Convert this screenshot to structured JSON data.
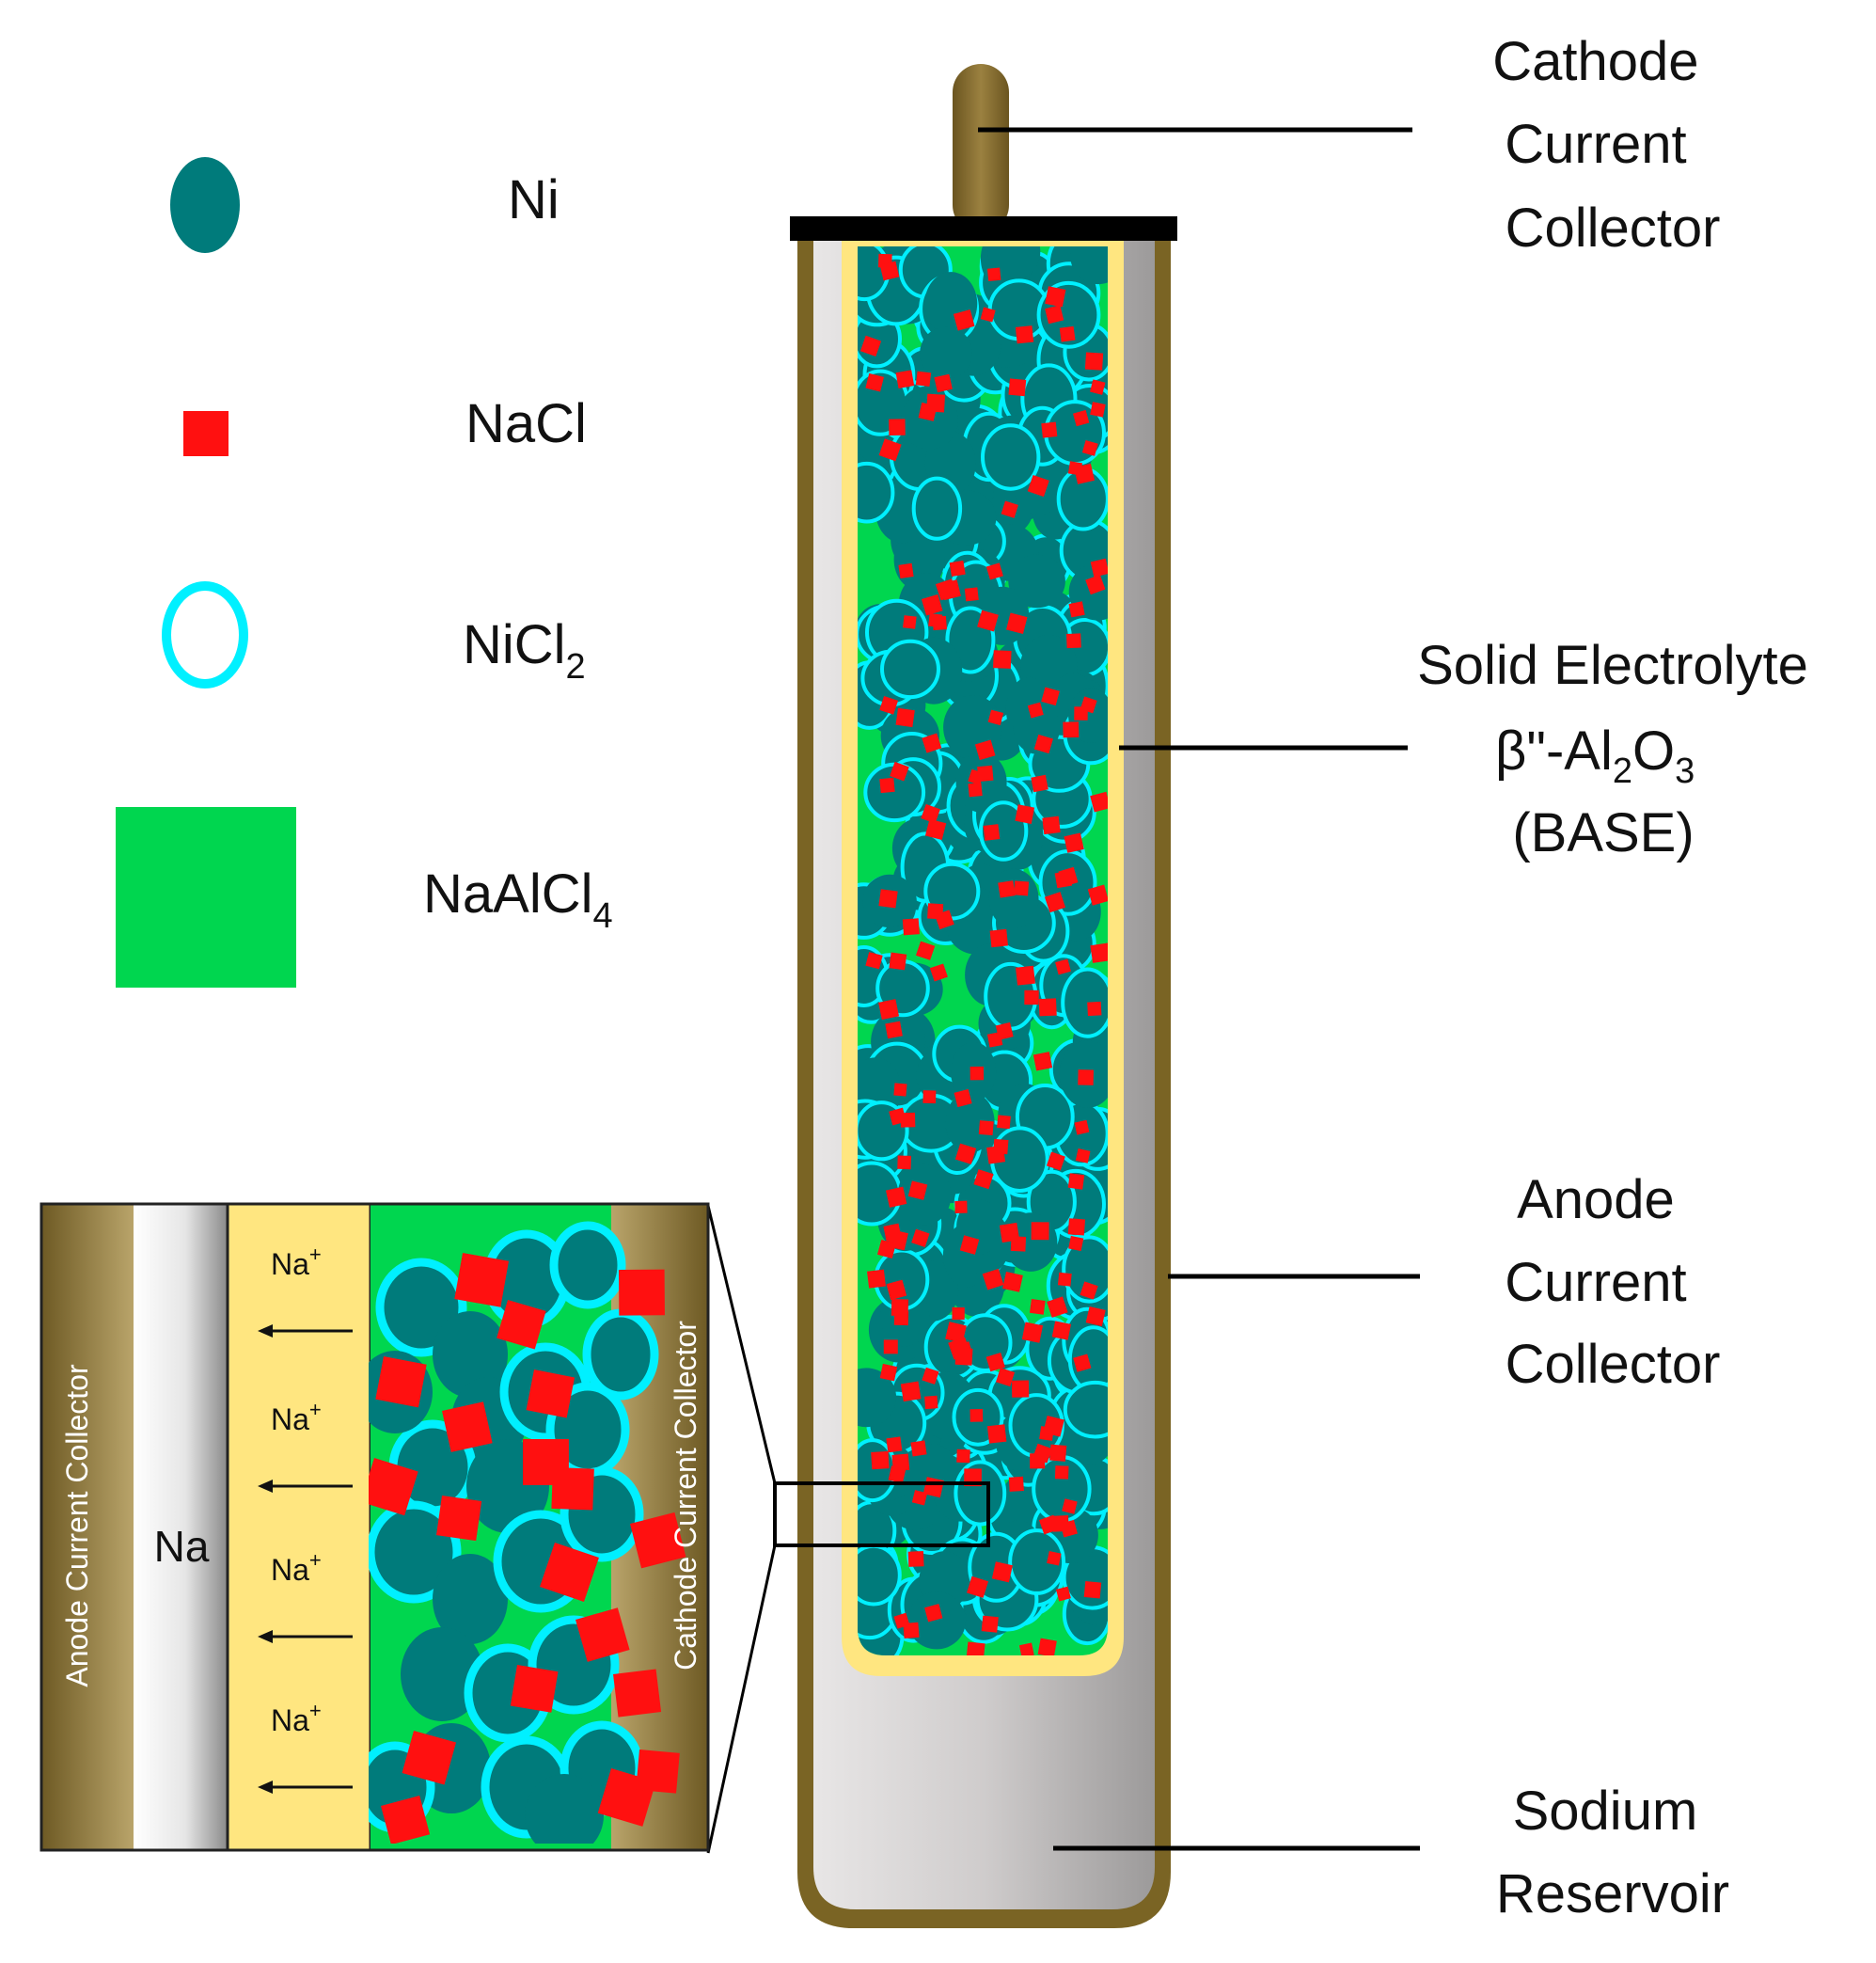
{
  "legend": {
    "ni": {
      "label": "Ni",
      "color": "#007b7b"
    },
    "nacl": {
      "label": "NaCl",
      "color": "#ff1010"
    },
    "nicl2": {
      "label": "NiCl",
      "sub": "2",
      "color": "#00f0ff"
    },
    "naalcl4": {
      "label": "NaAlCl",
      "sub": "4",
      "color": "#00d64f"
    }
  },
  "callouts": {
    "cathode_collector": [
      "Cathode",
      "Current",
      "Collector"
    ],
    "solid_electrolyte": {
      "line1": "Solid Electrolyte",
      "line2_pre": "β\"-Al",
      "line2_sub1": "2",
      "line2_mid": "O",
      "line2_sub2": "3",
      "line3": "(BASE)"
    },
    "anode_collector": [
      "Anode",
      "Current",
      "Collector"
    ],
    "sodium_reservoir": [
      "Sodium",
      "Reservoir"
    ]
  },
  "inset": {
    "anode_label": "Anode Current Collector",
    "na_label": "Na",
    "ion_label": "Na",
    "ion_sup": "+",
    "cathode_label": "Cathode Current Collector"
  },
  "colors": {
    "collector_brown": "#7a6424",
    "electrolyte_yellow": "#ffe680",
    "melt_green": "#00d64f",
    "ni_teal": "#007b7b",
    "nicl2_cyan": "#00f0ff",
    "nacl_red": "#ff1010",
    "sodium_grey": "#c8c8c8"
  }
}
